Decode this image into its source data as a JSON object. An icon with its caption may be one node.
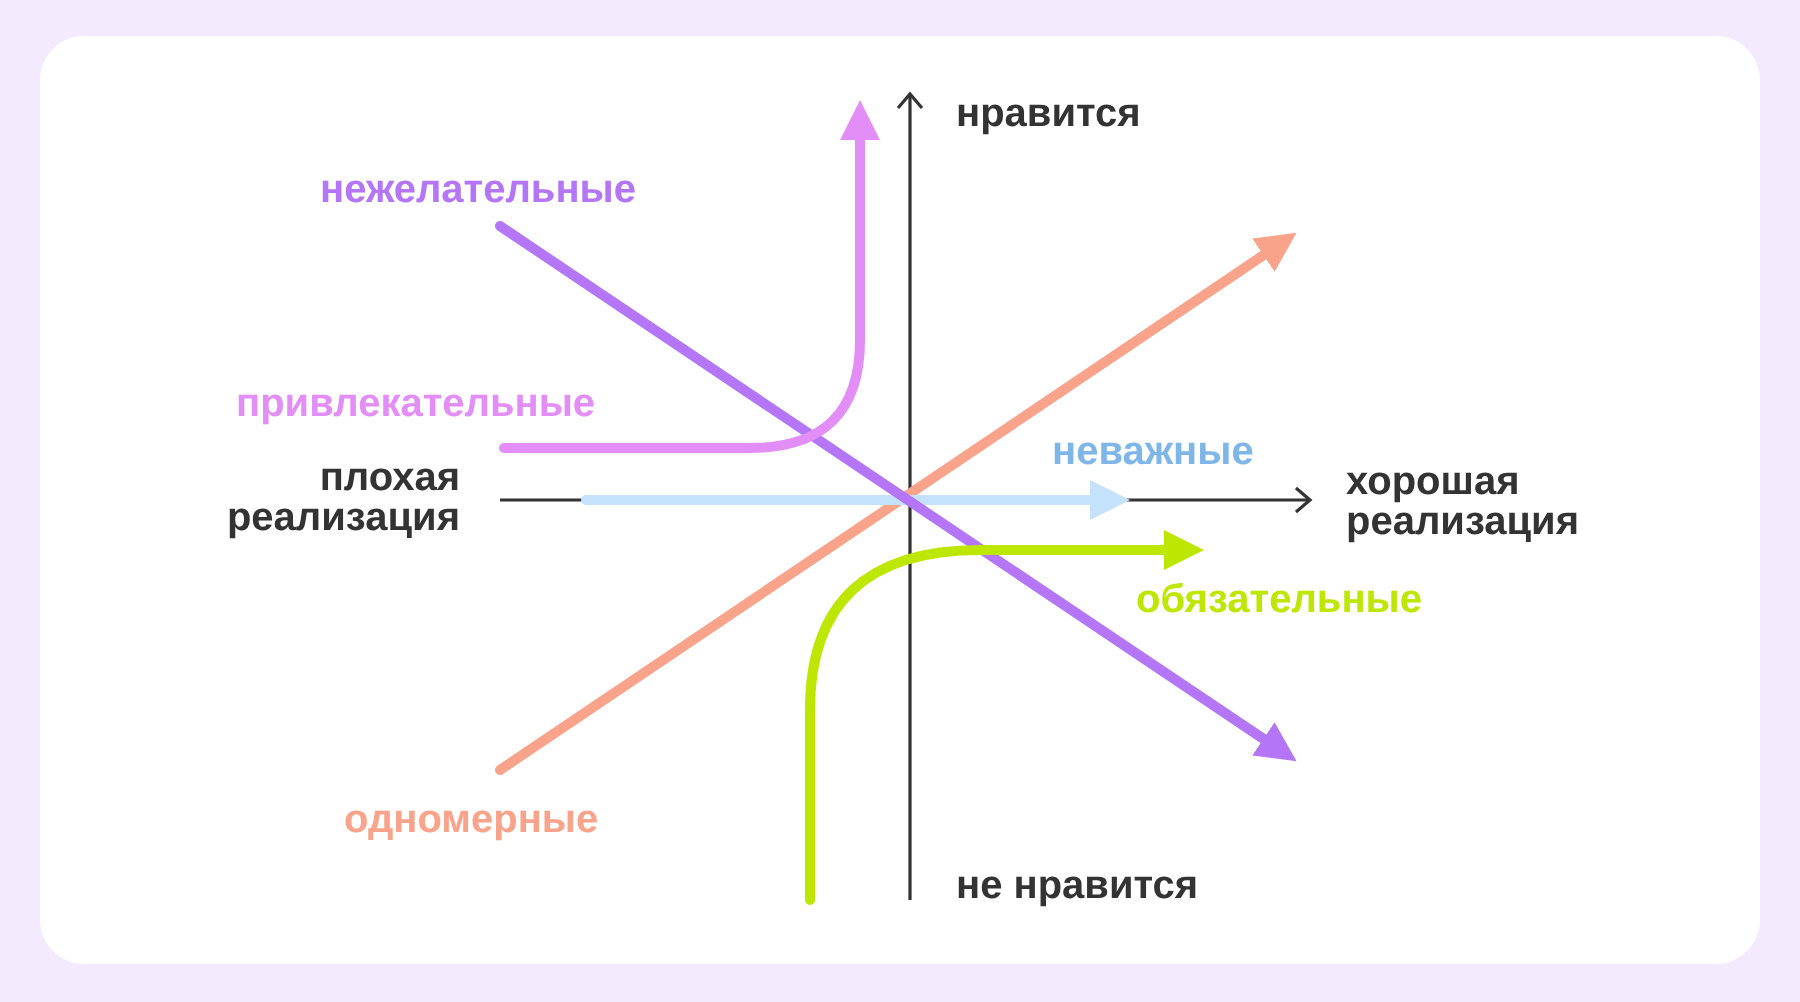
{
  "diagram": {
    "labels": [
      "нравится",
      "нежелательные",
      "привлекательные",
      "плохая реализация",
      "неважные",
      "хорошая реализация",
      "обязательные",
      "одномерные",
      "не нравится"
    ]
  }
}
